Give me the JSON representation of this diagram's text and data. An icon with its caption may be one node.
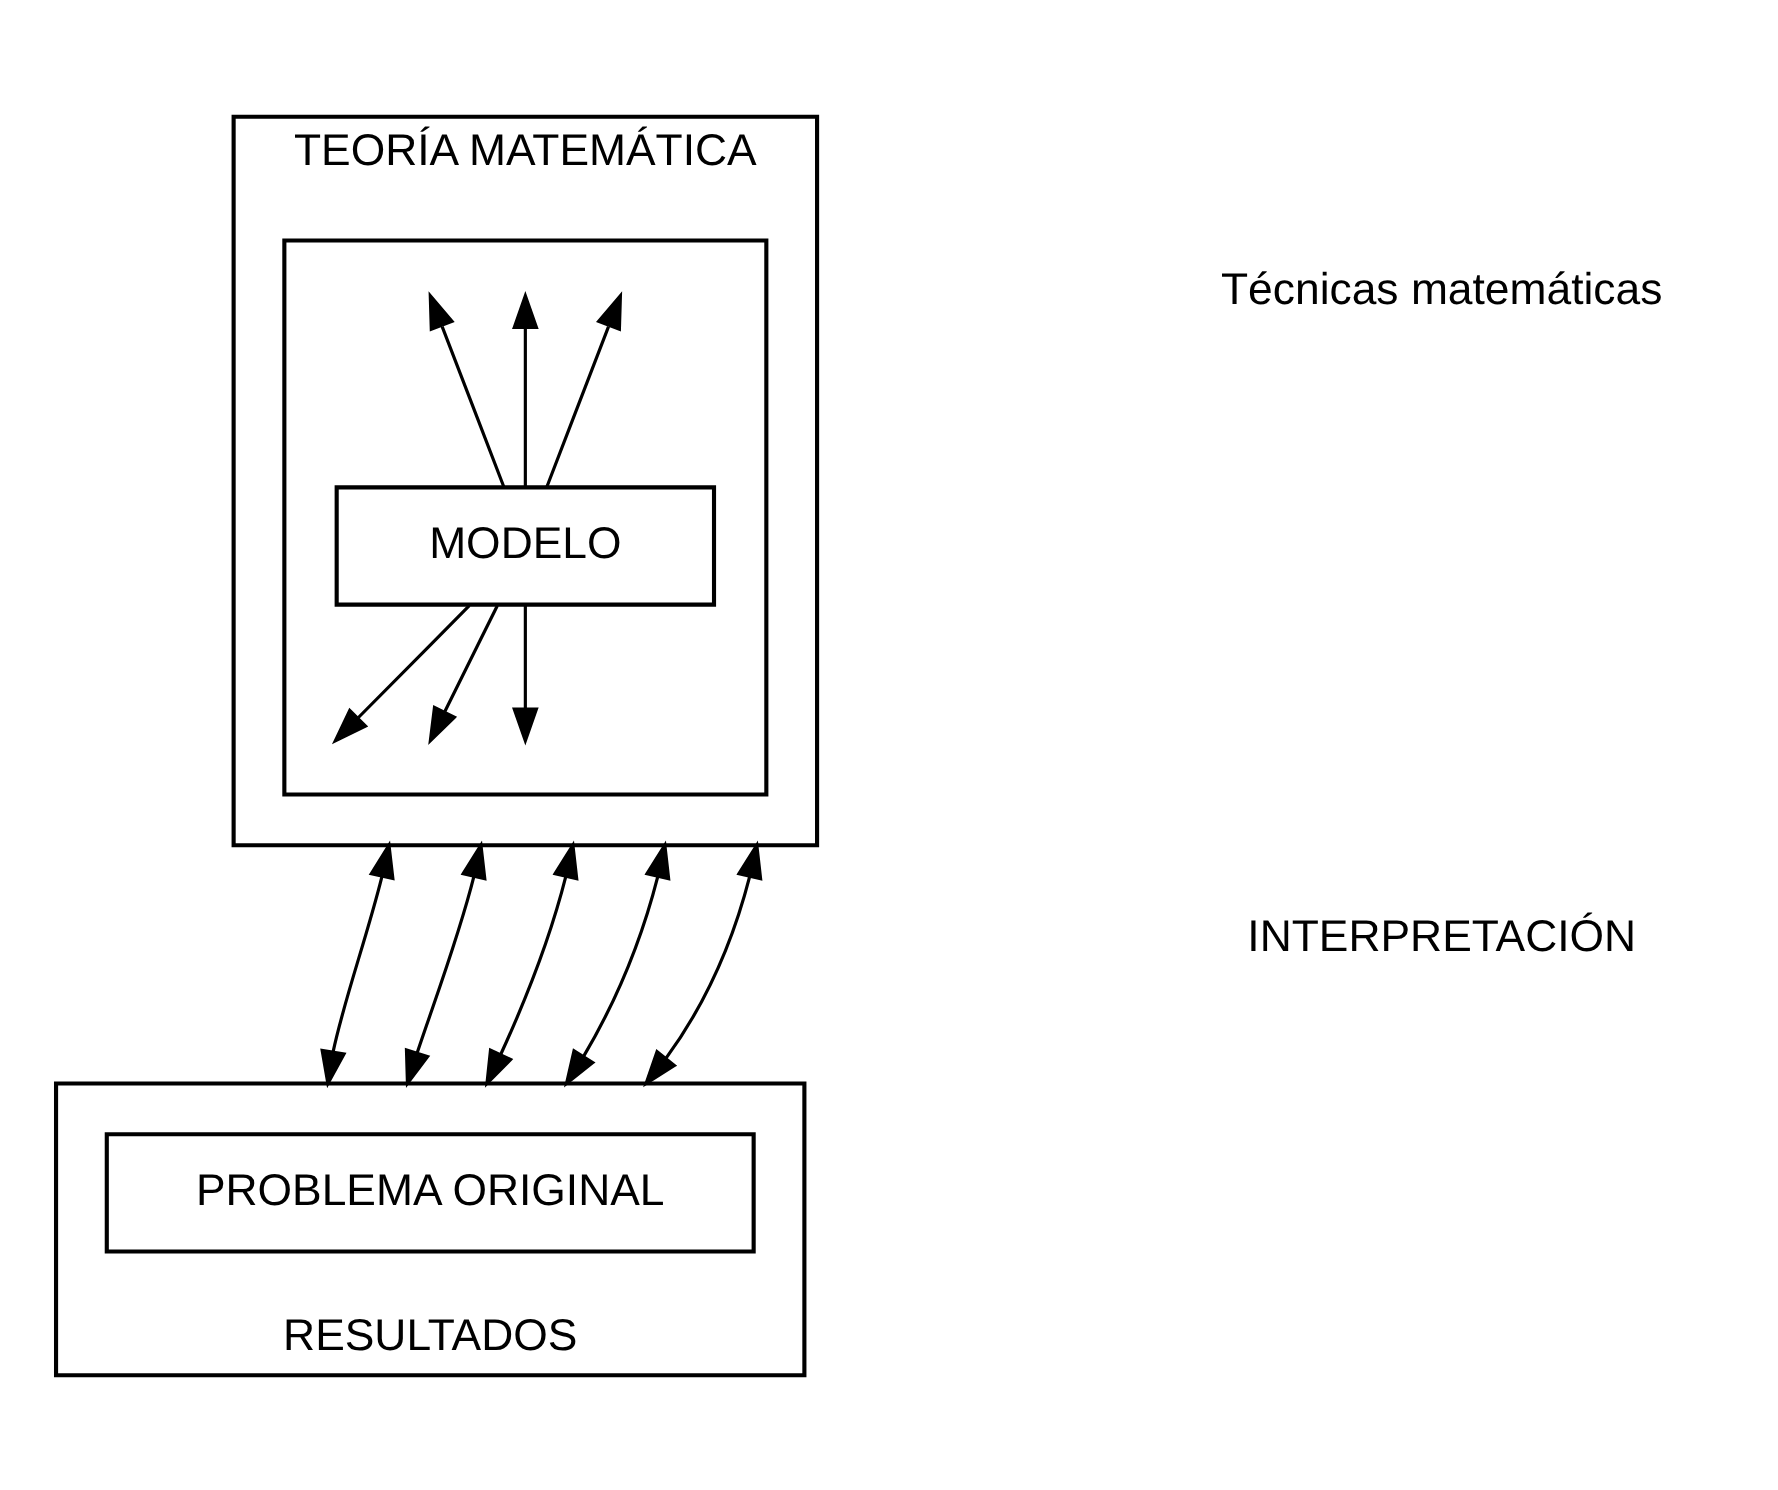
{
  "diagram": {
    "nodes": [
      {
        "text": [
          "TEORÍA MATEMÁTICA"
        ]
      },
      {
        "text": [],
        "shape": "box",
        "in": 0
      },
      {
        "text": [
          "MODELO"
        ],
        "in": 1
      },
      {
        "text": [
          "RESULTADOS"
        ]
      },
      {
        "text": [
          "PROBLEMA ORIGINAL"
        ],
        "in": 3
      }
    ],
    "edges": [
      {
        "from": 2,
        "to": null,
        "arrow": "to"
      },
      {
        "from": 2,
        "to": null,
        "arrow": "to"
      },
      {
        "from": 2,
        "to": null,
        "arrow": "to"
      },
      {
        "from": 2,
        "to": null,
        "arrow": "to"
      },
      {
        "from": 2,
        "to": null,
        "arrow": "to"
      },
      {
        "from": 2,
        "to": null,
        "arrow": "to"
      },
      {
        "from": 0,
        "to": 3,
        "arrow": "both"
      },
      {
        "from": 0,
        "to": 3,
        "arrow": "both"
      },
      {
        "from": 0,
        "to": 3,
        "arrow": "both"
      },
      {
        "from": 0,
        "to": 3,
        "arrow": "both"
      },
      {
        "from": 0,
        "to": 3,
        "arrow": "both"
      }
    ],
    "labels": [
      "Técnicas matemáticas",
      "INTERPRETACIÓN"
    ]
  }
}
